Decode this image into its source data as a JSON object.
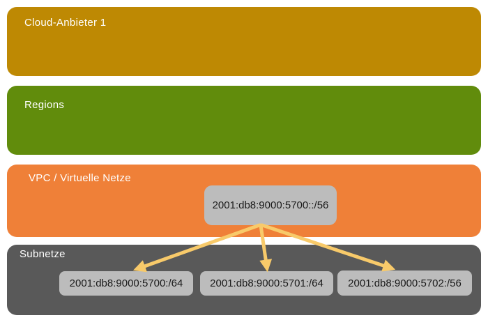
{
  "layers": [
    {
      "id": "cloud-provider",
      "label": "Cloud-Anbieter 1",
      "color": "#BE8903"
    },
    {
      "id": "regions",
      "label": "Regions",
      "color": "#618C0C"
    },
    {
      "id": "vpc",
      "label": "VPC / Virtuelle Netze",
      "color": "#EF8038"
    },
    {
      "id": "subnets",
      "label": "Subnetze",
      "color": "#595959"
    }
  ],
  "vpc_prefix": {
    "label": "2001:db8:9000:5700::/56"
  },
  "subnets": [
    {
      "label": "2001:db8:9000:5700:/64"
    },
    {
      "label": "2001:db8:9000:5701:/64"
    },
    {
      "label": "2001:db8:9000:5702:/56"
    }
  ],
  "colors": {
    "background": "#FFFFFF",
    "label_text": "#FFFFFF",
    "prefix_box_bg": "#BCBCBC",
    "prefix_text": "#1A1A1A",
    "arrow": "#F8CA6A"
  }
}
